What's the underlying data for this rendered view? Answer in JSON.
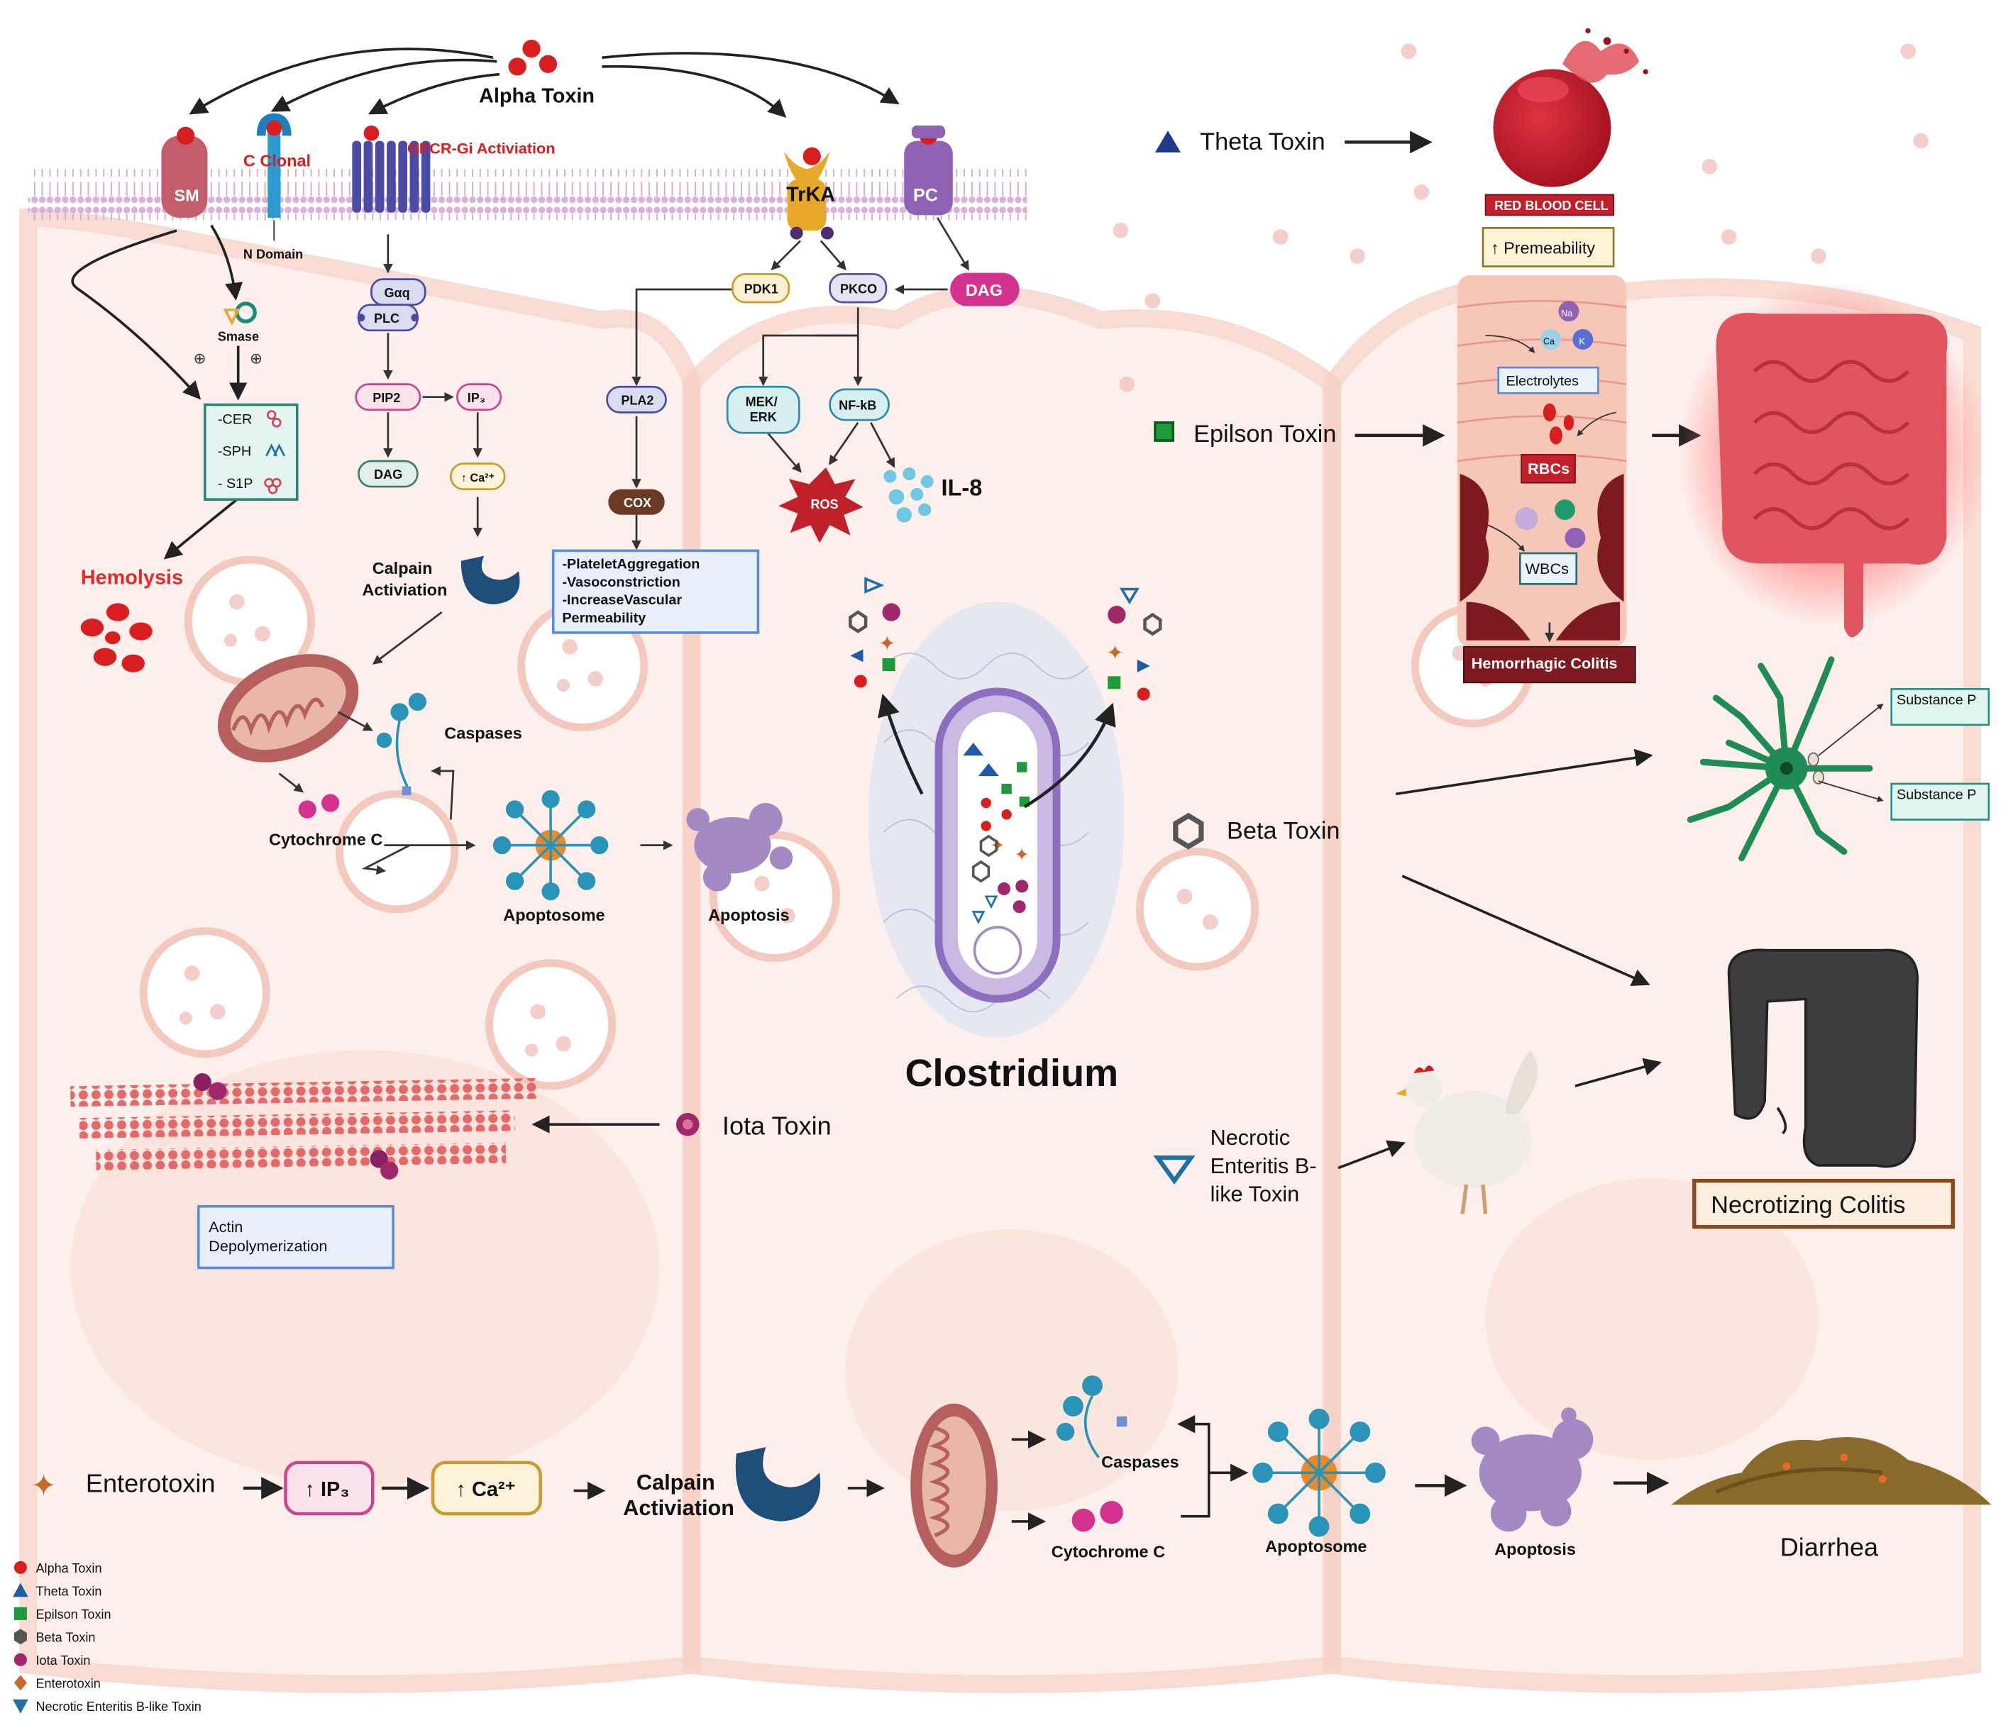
{
  "top": {
    "alpha_toxin": "Alpha Toxin",
    "c_clonal": "C Clonal",
    "gpcr": "GPCR-Gi Activiation",
    "sm": "SM",
    "n_domain": "N Domain",
    "trka": "TrKA",
    "pc": "PC",
    "smase": "Smase",
    "cer": "-CER",
    "sph": "-SPH",
    "s1p": "- S1P",
    "hemolysis": "Hemolysis",
    "gaq": "Gαq",
    "plc": "PLC",
    "pip2": "PIP2",
    "ip3": "IP₃",
    "dag_left": "DAG",
    "ca": "↑ Ca²⁺",
    "calpain": "Calpain\nActiviation",
    "caspases": "Caspases",
    "cytochrome": "Cytochrome C",
    "apoptosome": "Apoptosome",
    "apoptosis": "Apoptosis",
    "pdk1": "PDK1",
    "pkco": "PKCO",
    "dag_right": "DAG",
    "pla2": "PLA2",
    "cox": "COX",
    "effects": [
      "-PlateletAggregation",
      "-Vasoconstriction",
      "-IncreaseVascular",
      "Permeability"
    ],
    "mek": "MEK/\nERK",
    "nfkb": "NF-kB",
    "ros": "ROS",
    "il8": "IL-8",
    "clostridium": "Clostridium"
  },
  "right": {
    "theta": "Theta Toxin",
    "rbc": "RED BLOOD CELL",
    "permeability": "↑ Premeability",
    "epsilon": "Epilson Toxin",
    "na": "Na",
    "ca": "Ca",
    "k": "K",
    "electrolytes": "Electrolytes",
    "rbcs": "RBCs",
    "wbcs": "WBCs",
    "hemorrhagic": "Hemorrhagic Colitis",
    "beta": "Beta Toxin",
    "substance_p": "Substance P",
    "necrotic": "Necrotic\nEnteritis B-\nlike Toxin",
    "necrotizing": "Necrotizing Colitis"
  },
  "iota": {
    "label": "Iota Toxin",
    "actin": "Actin\nDepolymerization"
  },
  "bottom": {
    "enterotoxin": "Enterotoxin",
    "ip3": "↑ IP₃",
    "ca": "↑ Ca²⁺",
    "calpain": "Calpain\nActiviation",
    "caspases": "Caspases",
    "cytochrome": "Cytochrome C",
    "apoptosome": "Apoptosome",
    "apoptosis": "Apoptosis",
    "diarrhea": "Diarrhea"
  },
  "legend": [
    {
      "label": "Alpha Toxin",
      "shape": "circle",
      "color": "#d81e1e"
    },
    {
      "label": "Theta Toxin",
      "shape": "triangle-up",
      "color": "#1f5aa8"
    },
    {
      "label": "Epilson Toxin",
      "shape": "square",
      "color": "#1f9a3b"
    },
    {
      "label": "Beta Toxin",
      "shape": "hexagon",
      "color": "#555555"
    },
    {
      "label": "Iota Toxin",
      "shape": "dot",
      "color": "#a0286a"
    },
    {
      "label": "Enterotoxin",
      "shape": "diamond",
      "color": "#c8672a"
    },
    {
      "label": "Necrotic Enteritis B-like Toxin",
      "shape": "triangle-down",
      "color": "#1f6fa8"
    }
  ]
}
